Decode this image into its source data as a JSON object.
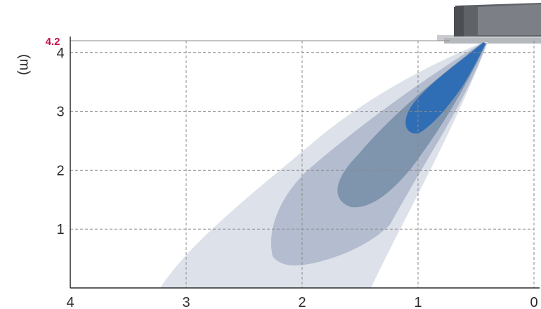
{
  "chart_data": {
    "type": "area",
    "x_axis": {
      "ticks": [
        "4",
        "3",
        "2",
        "1",
        "0"
      ],
      "reversed": true,
      "range": [
        4,
        0
      ]
    },
    "y_axis": {
      "unit_label": "(m)",
      "ticks": [
        "1",
        "2",
        "3",
        "4"
      ],
      "highlight_label": "4.2",
      "range": [
        0,
        4.2
      ]
    },
    "grid": "dashed",
    "zones": [
      {
        "id": "outer",
        "color": "#dde1ea"
      },
      {
        "id": "middle",
        "color": "#b3bdcf"
      },
      {
        "id": "inner",
        "color": "#7f94ad"
      },
      {
        "id": "core",
        "color": "#2f6eb5"
      }
    ]
  },
  "colors": {
    "highlight": "#c4124f",
    "grid": "#8a8a8a",
    "axis": "#2b2b2b",
    "unit_body": "#7a7d82"
  }
}
